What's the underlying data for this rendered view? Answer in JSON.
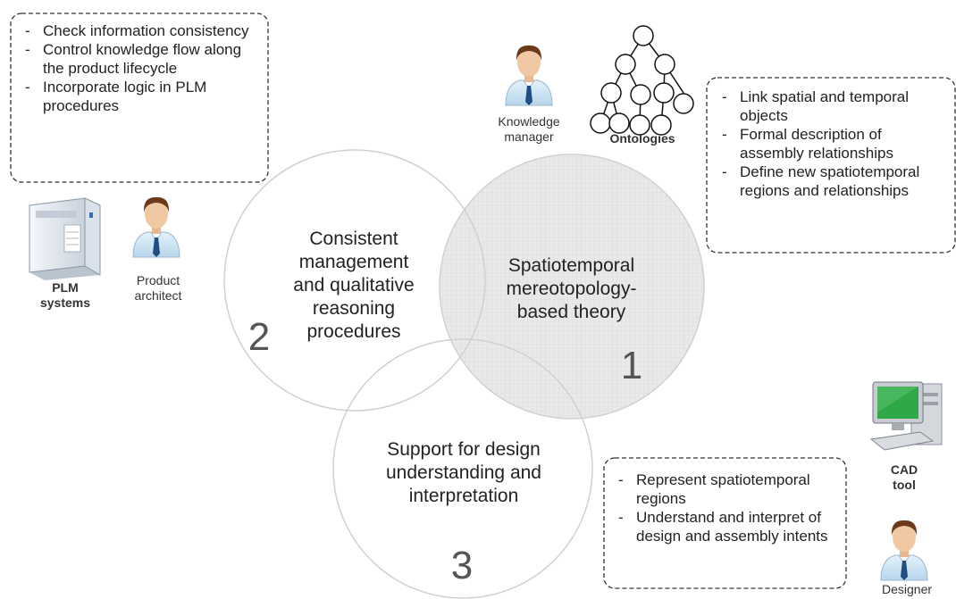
{
  "colors": {
    "circle_stroke": "#d0d0d0",
    "circle1_fill": "#e9e9e9",
    "dash_border": "#333333",
    "shirt": "#cfe6f5",
    "tie": "#1f4f82",
    "skin": "#f0c9a4",
    "hair": "#6b3a1b",
    "monitor_screen": "#2fa84a"
  },
  "circles": {
    "theory": {
      "title": "Spatiotemporal mereotopology-based theory",
      "number": "1"
    },
    "reasoning": {
      "title": "Consistent management and qualitative reasoning procedures",
      "number": "2"
    },
    "design": {
      "title": "Support for design understanding and interpretation",
      "number": "3"
    }
  },
  "notes": {
    "top_left": [
      "Check information consistency",
      "Control knowledge flow along the product lifecycle",
      "Incorporate  logic in PLM procedures"
    ],
    "top_right": [
      "Link spatial and temporal objects",
      "Formal description of assembly relationships",
      "Define new spatiotemporal regions and relationships"
    ],
    "bottom": [
      "Represent spatiotemporal regions",
      "Understand and interpret of design and assembly intents"
    ]
  },
  "actors": {
    "knowledge_manager": "Knowledge manager",
    "ontologies": "Ontologies",
    "plm_systems": "PLM systems",
    "product_architect": "Product architect",
    "cad_tool": "CAD tool",
    "designer": "Designer"
  },
  "icons": [
    "person-icon",
    "ontology-tree-icon",
    "server-icon",
    "computer-icon"
  ]
}
